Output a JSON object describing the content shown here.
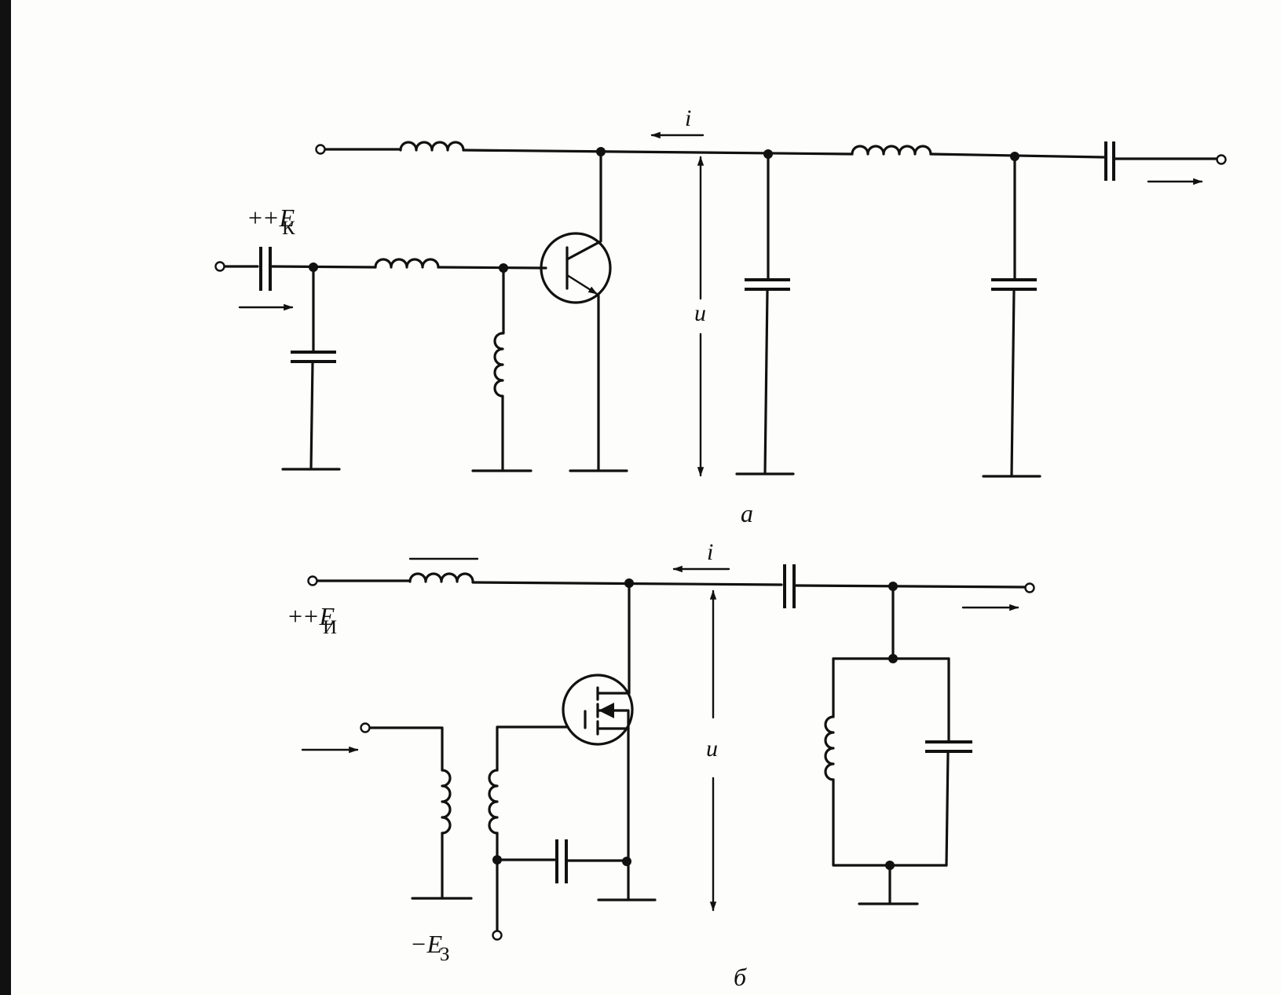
{
  "diagram_a": {
    "caption": "а",
    "supply_label": "+E",
    "supply_subscript": "К",
    "current_label": "i",
    "voltage_label": "u"
  },
  "diagram_b": {
    "caption": "б",
    "supply_label": "+E",
    "supply_subscript": "И",
    "gate_bias_label": "−E",
    "gate_bias_subscript": "З",
    "current_label": "i",
    "voltage_label": "u"
  }
}
